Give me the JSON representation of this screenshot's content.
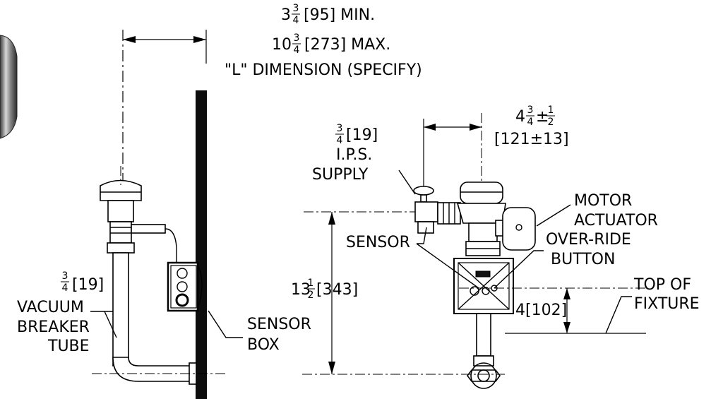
{
  "labels": {
    "l_min_whole": "3",
    "l_min_num": "3",
    "l_min_den": "4",
    "l_min_rest": "[95] MIN.",
    "l_max_whole": "10",
    "l_max_num": "3",
    "l_max_den": "4",
    "l_max_rest": "[273] MAX.",
    "l_dim": "\"L\" DIMENSION (SPECIFY)",
    "ips_num": "3",
    "ips_den": "4",
    "ips_mm": "[19]",
    "ips_line2": "I.P.S.",
    "ips_line3": "SUPPLY",
    "vb_num": "3",
    "vb_den": "4",
    "vb_mm": "[19]",
    "vb_line2": "VACUUM",
    "vb_line3": "BREAKER",
    "vb_line4": "TUBE",
    "sensor_box_1": "SENSOR",
    "sensor_box_2": "BOX",
    "offset_whole": "4",
    "offset_num": "3",
    "offset_den": "4",
    "offset_pm": "±",
    "offset_tol_num": "1",
    "offset_tol_den": "2",
    "offset_mm": "[121±13]",
    "motor_1": "MOTOR",
    "motor_2": "ACTUATOR",
    "override_1": "OVER-RIDE",
    "override_2": "BUTTON",
    "sensor": "SENSOR",
    "height_whole": "13",
    "height_num": "1",
    "height_den": "2",
    "height_mm": "[343]",
    "fixture_dim": "4[102]",
    "fixture_1": "TOP OF",
    "fixture_2": "FIXTURE"
  }
}
